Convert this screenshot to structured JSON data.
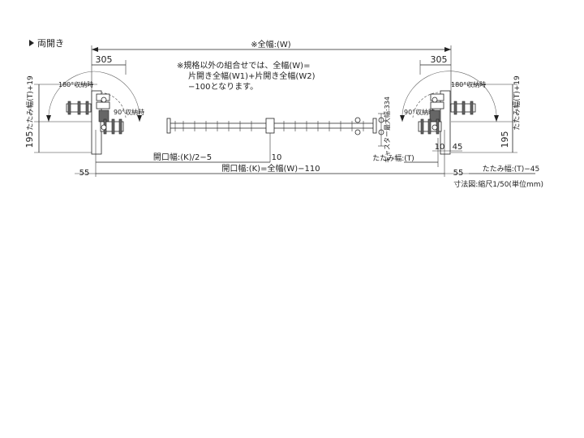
{
  "heading": "両開き",
  "overall_width": "※全幅:(W)",
  "left_305": "305",
  "right_305": "305",
  "note_lines": [
    "※規格以外の組合せでは、全幅(W)=",
    "片開き全幅(W1)+片開き全幅(W2)",
    "−100となります。"
  ],
  "label_180_left": "180°収納時",
  "label_90_left": "90°収納時",
  "label_180_right": "180°収納時",
  "label_90_right": "90°収納時",
  "fold_width_left_vertical": "たたみ幅(T)+19",
  "fold_width_right_vertical": "たたみ幅(T)+19",
  "dim_195_left": "195",
  "dim_195_right": "195",
  "opening_half": "開口幅:(K)/2−5",
  "dim_10_center": "10",
  "opening_full": "開口幅:(K)=全幅(W)−110",
  "dim_55_left": "55",
  "dim_55_right": "55",
  "fold_width_T": "たたみ幅:(T)",
  "dim_10_right": "10",
  "dim_45_right": "45",
  "fold_width_T45": "たたみ幅:(T)−45",
  "caster_max": "キャスター最大幅:334",
  "scale_note": "寸法図:縮尺1/50(単位mm)",
  "colors": {
    "line": "#222222",
    "dark_fill": "#666666"
  }
}
